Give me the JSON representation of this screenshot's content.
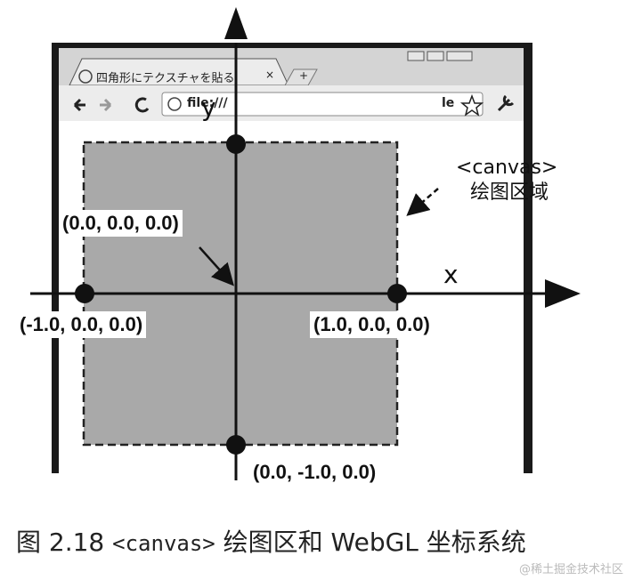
{
  "browser": {
    "tab_title": "四角形にテクスチャを貼る",
    "tab_close_icon": "×",
    "new_tab_icon": "+",
    "url_text": "file:///",
    "url_suffix": "le",
    "window_controls": [
      "minimize-icon",
      "maximize-icon",
      "close-icon"
    ],
    "toolbar_icons": [
      "back-icon",
      "forward-icon",
      "reload-icon",
      "star-icon",
      "wrench-icon"
    ]
  },
  "canvas_annotation": {
    "line1": "<canvas>",
    "line2": "绘图区域"
  },
  "axes": {
    "x_label": "x",
    "y_label": "y"
  },
  "points": {
    "origin": "(0.0, 0.0, 0.0)",
    "left": "(-1.0, 0.0, 0.0)",
    "right": "(1.0, 0.0, 0.0)",
    "bottom": "(0.0, -1.0, 0.0)"
  },
  "caption": {
    "prefix": "图 2.18 ",
    "mono": "<canvas>",
    "suffix": " 绘图区和 WebGL 坐标系统"
  },
  "watermark": "@稀土掘金技术社区",
  "colors": {
    "canvas_fill": "#a9a9a9",
    "ink": "#111111",
    "chrome_gray": "#cfcfcf",
    "frame": "#1a1a1a"
  }
}
